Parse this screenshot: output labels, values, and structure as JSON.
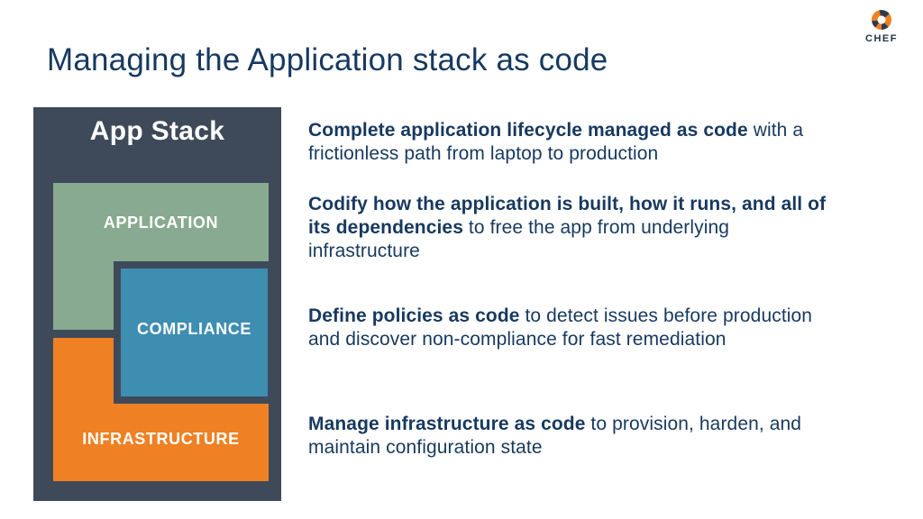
{
  "title": "Managing the Application stack as code",
  "logo": {
    "brand": "CHEF"
  },
  "app_stack": {
    "heading": "App Stack",
    "layers": [
      {
        "label": "APPLICATION",
        "color": "#87aa90"
      },
      {
        "label": "COMPLIANCE",
        "color": "#3d8eb1"
      },
      {
        "label": "INFRASTRUCTURE",
        "color": "#ef8023"
      }
    ],
    "panel_color": "#3e4a59"
  },
  "bullets": [
    {
      "bold": "Complete application lifecycle managed as code",
      "rest": " with a\nfrictionless path from laptop to production"
    },
    {
      "bold": "Codify how the application is built, how it runs, and all of\nits dependencies",
      "rest": " to free the app from underlying\ninfrastructure"
    },
    {
      "bold": "Define policies as code",
      "rest": " to detect issues before production\nand discover non-compliance for fast remediation"
    },
    {
      "bold": "Manage infrastructure as code",
      "rest": " to provision, harden, and\nmaintain configuration state"
    }
  ],
  "colors": {
    "text_navy": "#17395f",
    "panel_slate": "#3e4a59",
    "application_green": "#87aa90",
    "compliance_blue": "#3d8eb1",
    "infrastructure_orange": "#ef8023",
    "logo_orange": "#ee8122",
    "background": "#ffffff"
  }
}
